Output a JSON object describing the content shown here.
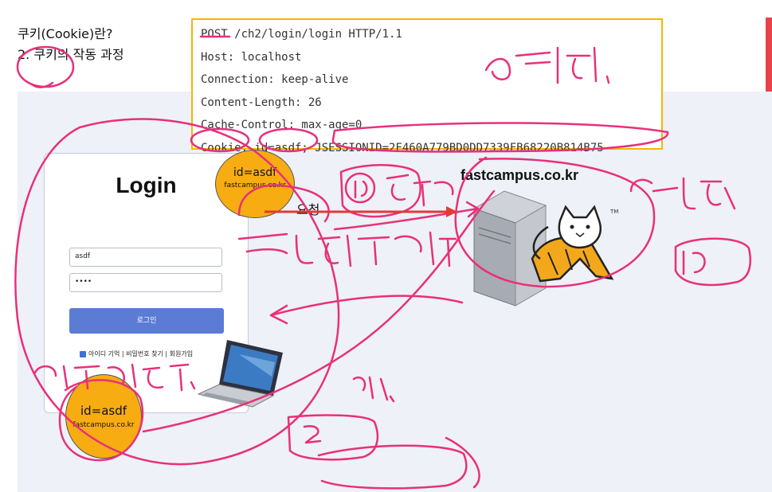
{
  "slide": {
    "title": "쿠키(Cookie)란?",
    "subtitle": "2. 쿠키의 작동 과정"
  },
  "http_request": {
    "lines": [
      "POST /ch2/login/login HTTP/1.1",
      "Host: localhost",
      "Connection: keep-alive",
      "Content-Length: 26",
      "Cache-Control: max-age=0",
      "Cookie: id=asdf; JSESSIONID=2F460A779BD0DD7339FB68220B814B75"
    ]
  },
  "login_form": {
    "title": "Login",
    "id_value": "asdf",
    "password_value": "••••",
    "login_button": "로그인",
    "remember_label": "아이디 기억",
    "find_password_link": "비밀번호 찾기",
    "signup_link": "회원가입",
    "separator": "|"
  },
  "cookie_badges": {
    "top": {
      "value": "id=asdf",
      "domain": "fastcampus.co.kr"
    },
    "bottom": {
      "value": "id=asdf",
      "domain": "fastcampus.co.kr"
    }
  },
  "server": {
    "domain": "fastcampus.co.kr",
    "trademark": "TM"
  },
  "request_label": "요청",
  "colors": {
    "highlight_border": "#f2b705",
    "panel_bg": "#eef1f8",
    "button": "#5b7bd5",
    "cookie": "#f7ac11",
    "annotation": "#e8307a",
    "arrow": "#e53935",
    "accent_bar": "#e8434b"
  },
  "icons": [
    "server-icon",
    "tomcat-icon",
    "laptop-icon",
    "checkbox-icon"
  ]
}
